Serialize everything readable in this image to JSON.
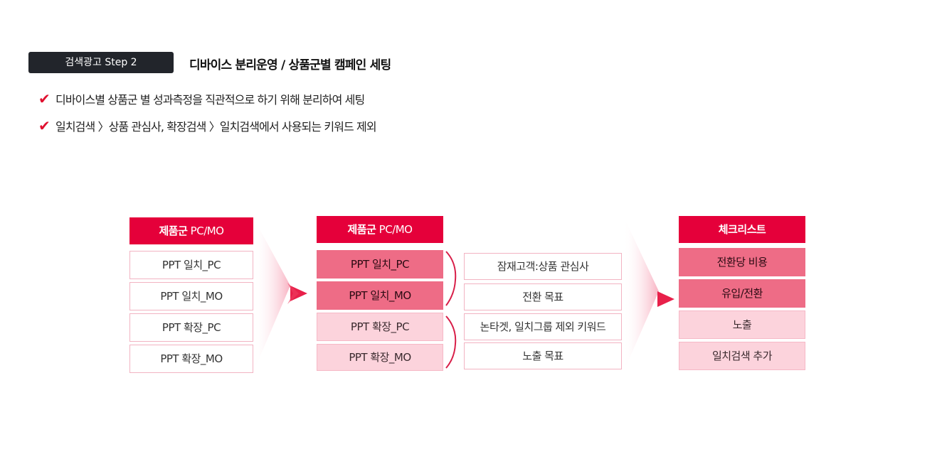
{
  "header": {
    "badge": "검색광고 Step 2",
    "title": "디바이스 분리운영 / 상품군별 캠페인 세팅"
  },
  "bullets": [
    {
      "icon": "check-icon",
      "text": "디바이스별 상품군 별 성과측정을 직관적으로 하기 위해 분리하여 세팅"
    },
    {
      "icon": "check-icon",
      "text": "일치검색 〉상품 관심사, 확장검색 〉일치검색에서 사용되는 키워드 제외"
    }
  ],
  "diagram": {
    "col1": {
      "header_bold": "제품군",
      "header_light": "PC/MO",
      "items": [
        "PPT 일치_PC",
        "PPT 일치_MO",
        "PPT 확장_PC",
        "PPT 확장_MO"
      ]
    },
    "col2": {
      "header_bold": "제품군",
      "header_light": "PC/MO",
      "items": [
        "PPT 일치_PC",
        "PPT 일치_MO",
        "PPT 확장_PC",
        "PPT 확장_MO"
      ]
    },
    "col3": {
      "items": [
        "잠재고객:상품 관심사",
        "전환 목표",
        "논타겟, 일치그룹 제외 키워드",
        "노출 목표"
      ]
    },
    "col4": {
      "header": "체크리스트",
      "items": [
        "전환당 비용",
        "유입/전환",
        "노출",
        "일치검색 추가"
      ]
    }
  },
  "colors": {
    "accent": "#e5003a",
    "mid": "#ee6c86",
    "pale": "#fcd3dc",
    "badge": "#22252b"
  }
}
